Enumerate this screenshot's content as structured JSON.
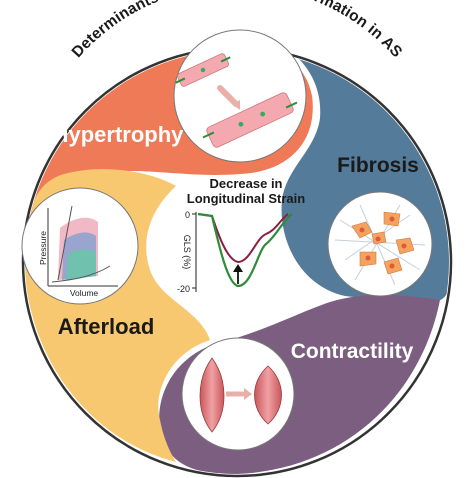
{
  "title": "Determinants of Longitudinal Deformation in AS",
  "sectors": {
    "hypertrophy": {
      "label": "Hypertrophy",
      "color": "#ee7a58"
    },
    "fibrosis": {
      "label": "Fibrosis",
      "color": "#557b9b"
    },
    "contractility": {
      "label": "Contractility",
      "color": "#7b5e80"
    },
    "afterload": {
      "label": "Afterload",
      "color": "#f8c870"
    }
  },
  "center": {
    "heading_line1": "Decrease in",
    "heading_line2": "Longitudinal Strain",
    "y_axis_label": "GLS (%)",
    "tick_top": "0",
    "tick_bottom": "-20"
  },
  "pv_loop": {
    "y_label": "Pressure",
    "x_label": "Volume"
  },
  "colors": {
    "outline": "#444444",
    "strain_normal": "#2e8b3a",
    "strain_reduced": "#8b1e3f",
    "cell_pink": "#f4a9b0",
    "fibrosis_cell": "#f4a260"
  }
}
